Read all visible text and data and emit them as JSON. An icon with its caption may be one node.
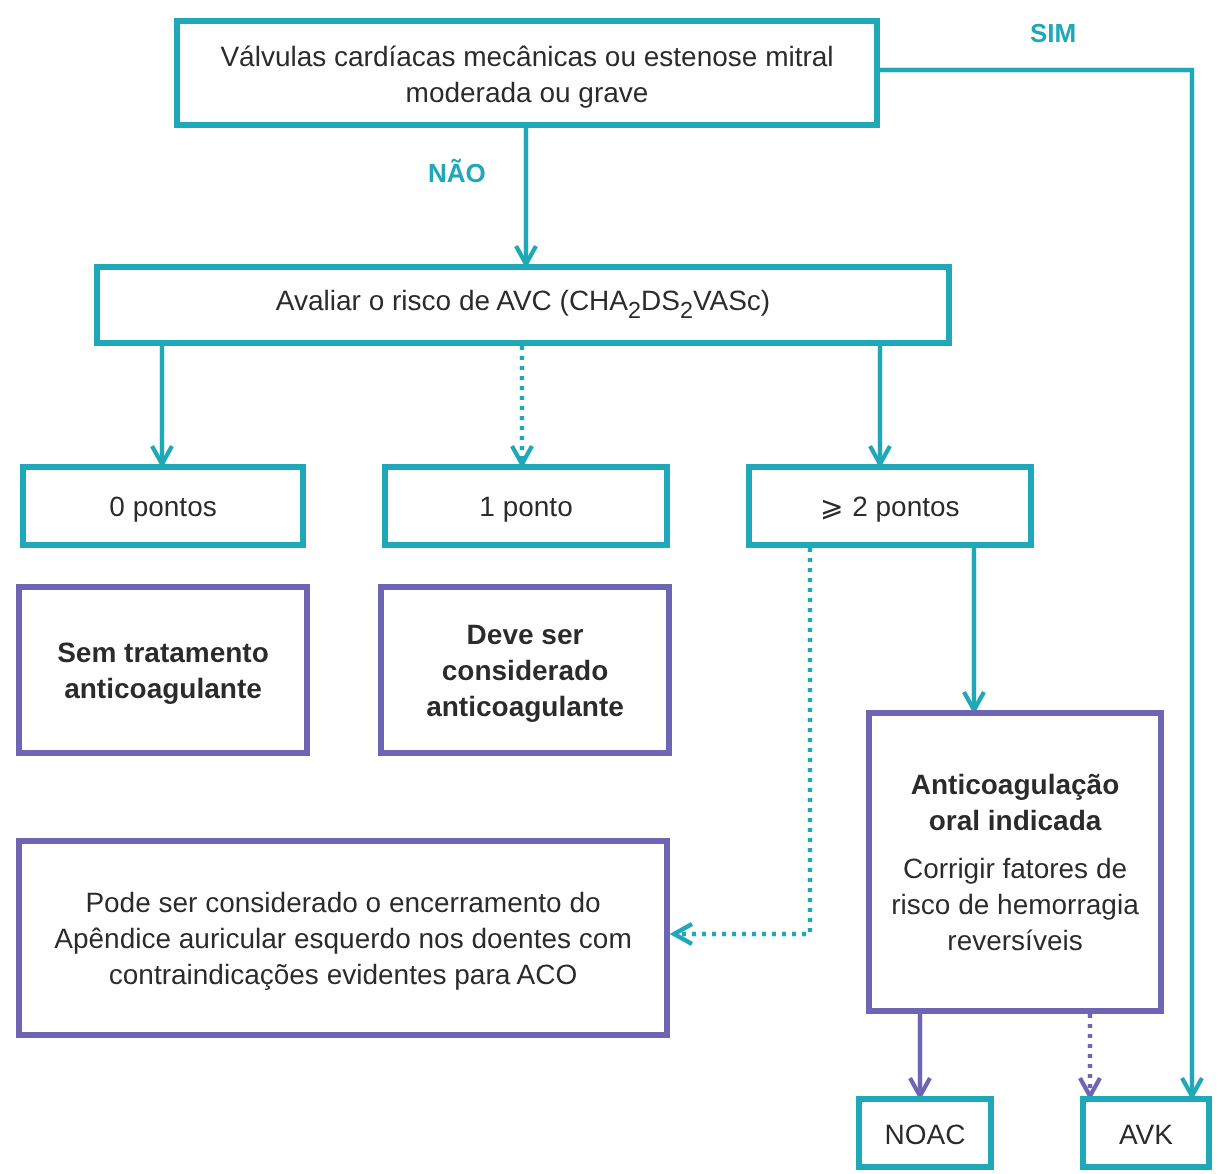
{
  "diagram": {
    "nodes": [
      {
        "text": [
          "Válvulas cardíacas mecânicas ou estenose mitral moderada ou grave"
        ]
      },
      {
        "text": [
          "Avaliar o risco de AVC (CHA$_{2}$DS$_{2}$VASc)"
        ]
      },
      {
        "text": [
          "0 pontos"
        ]
      },
      {
        "text": [
          "1 ponto"
        ]
      },
      {
        "text": [
          "⩾ 2 pontos"
        ]
      },
      {
        "text": [
          "Sem tratamento anticoagulante"
        ]
      },
      {
        "text": [
          "Deve ser considerado anticoagulante"
        ]
      },
      {
        "text": [
          "Anticoagulação oral indicada",
          "Corrigir fatores de risco de hemorragia reversíveis"
        ]
      },
      {
        "text": [
          "Pode ser considerado o encerramento do Apêndice auricular esquerdo nos doentes com contraindicações evidentes para ACO"
        ]
      },
      {
        "text": [
          "NOAC"
        ]
      },
      {
        "text": [
          "AVK"
        ]
      }
    ],
    "edges": [
      {
        "from": 0,
        "to": 1,
        "arrow": "to",
        "label": "NÃO"
      },
      {
        "from": 0,
        "to": 10,
        "arrow": "to",
        "label": "SIM"
      },
      {
        "from": 1,
        "to": 2,
        "arrow": "to"
      },
      {
        "from": 1,
        "to": 3,
        "arrow": "to",
        "style": "dashed"
      },
      {
        "from": 1,
        "to": 4,
        "arrow": "to"
      },
      {
        "from": 4,
        "to": 7,
        "arrow": "to"
      },
      {
        "from": 4,
        "to": 8,
        "arrow": "to",
        "style": "dashed"
      },
      {
        "from": 7,
        "to": 9,
        "arrow": "to",
        "color": "#6e66b4"
      },
      {
        "from": 7,
        "to": 10,
        "arrow": "to",
        "style": "dashed",
        "color": "#6e66b4"
      }
    ]
  }
}
